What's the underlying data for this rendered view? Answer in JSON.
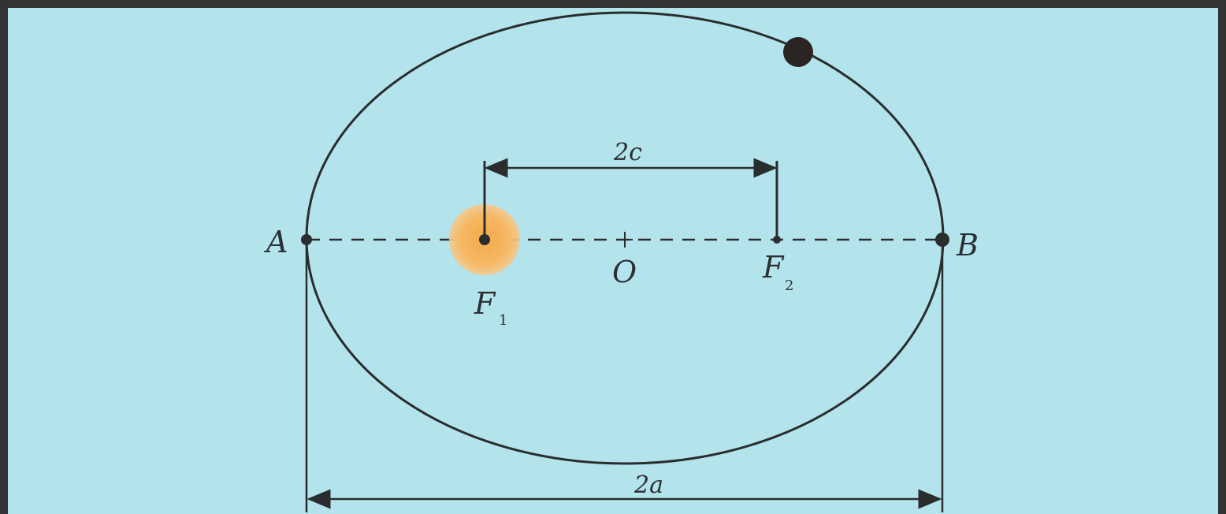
{
  "diagram": {
    "colors": {
      "frame": "#333334",
      "paper": "#b3e4ec",
      "ink": "#2a2d2e",
      "sun": "#f4b25a",
      "planet": "#2a2522"
    },
    "labels": {
      "point_a": "A",
      "point_b": "B",
      "center": "O",
      "focus_1": "F",
      "focus_1_sub": "1",
      "focus_2": "F",
      "focus_2_sub": "2",
      "focal_distance": "2c",
      "major_axis": "2a"
    }
  }
}
